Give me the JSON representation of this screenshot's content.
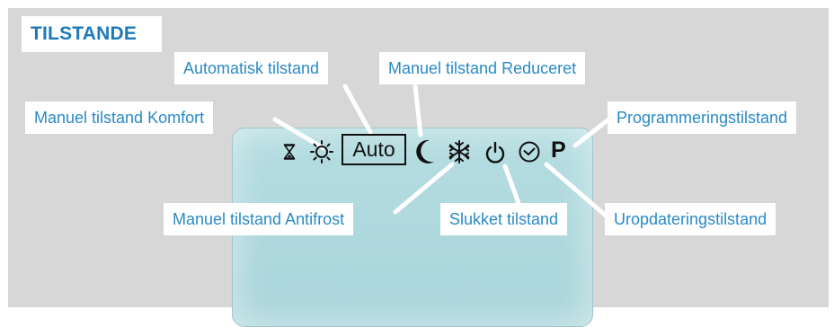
{
  "title": "TILSTANDE",
  "labels": {
    "automatic": "Automatisk tilstand",
    "reduced": "Manuel tilstand Reduceret",
    "comfort": "Manuel tilstand Komfort",
    "programming": "Programmeringstilstand",
    "antifrost": "Manuel tilstand Antifrost",
    "off": "Slukket tilstand",
    "clock_update": "Uropdateringstilstand"
  },
  "display": {
    "auto_text": "Auto",
    "program_letter": "P",
    "icons": [
      "hourglass-icon",
      "sun-icon",
      "auto-box",
      "moon-icon",
      "snowflake-icon",
      "power-icon",
      "clock-icon",
      "p-letter"
    ]
  },
  "colors": {
    "panel": "#d7d7d7",
    "screen": "#b2dadf",
    "label_text": "#2a8ac6",
    "title_text": "#1d7ab8",
    "leader": "#ffffff"
  }
}
